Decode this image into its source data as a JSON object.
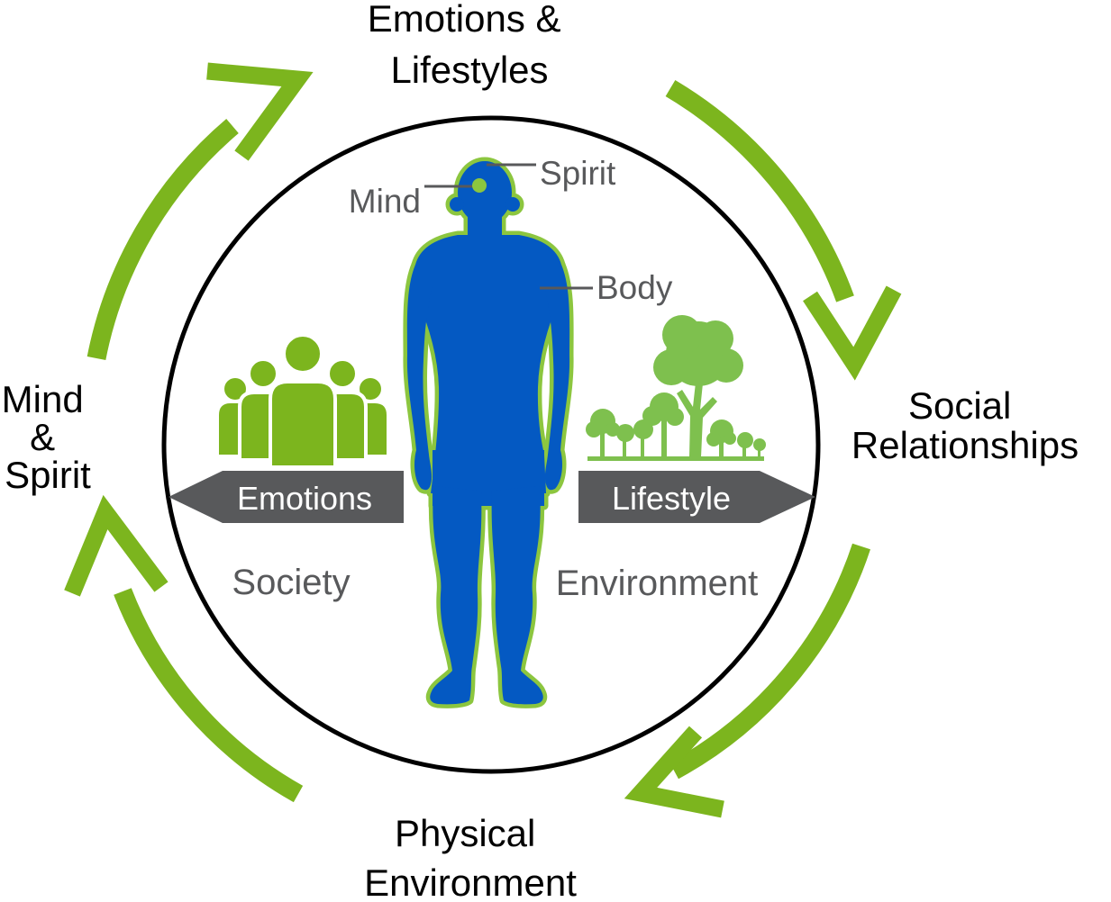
{
  "diagram": {
    "title": "Holistic health cycle diagram",
    "outer_labels": {
      "top": {
        "line1": "Emotions &",
        "line2": "Lifestyles"
      },
      "right": {
        "line1": "Social",
        "line2": "Relationships"
      },
      "bottom": {
        "line1": "Physical",
        "line2": "Environment"
      },
      "left": {
        "line1": "Mind",
        "line2": "&",
        "line3": "Spirit"
      }
    },
    "figure_labels": {
      "mind": "Mind",
      "spirit": "Spirit",
      "body": "Body"
    },
    "banners": {
      "left": {
        "label": "Emotions",
        "region": "Society"
      },
      "right": {
        "label": "Lifestyle",
        "region": "Environment"
      }
    },
    "icons": {
      "people": "people-group-icon",
      "trees": "trees-icon",
      "arrows": [
        "cycle-arrow-top-left",
        "cycle-arrow-top-right",
        "cycle-arrow-bottom-right",
        "cycle-arrow-bottom-left"
      ]
    },
    "colors": {
      "cycle_green": "#7CB51E",
      "tree_green": "#7EC04E",
      "outline_green": "#8CC63F",
      "body_blue": "#0459C2",
      "banner_gray": "#58595B",
      "label_gray": "#58595B",
      "title_black": "#000000",
      "banner_text_white": "#FFFFFF"
    }
  }
}
